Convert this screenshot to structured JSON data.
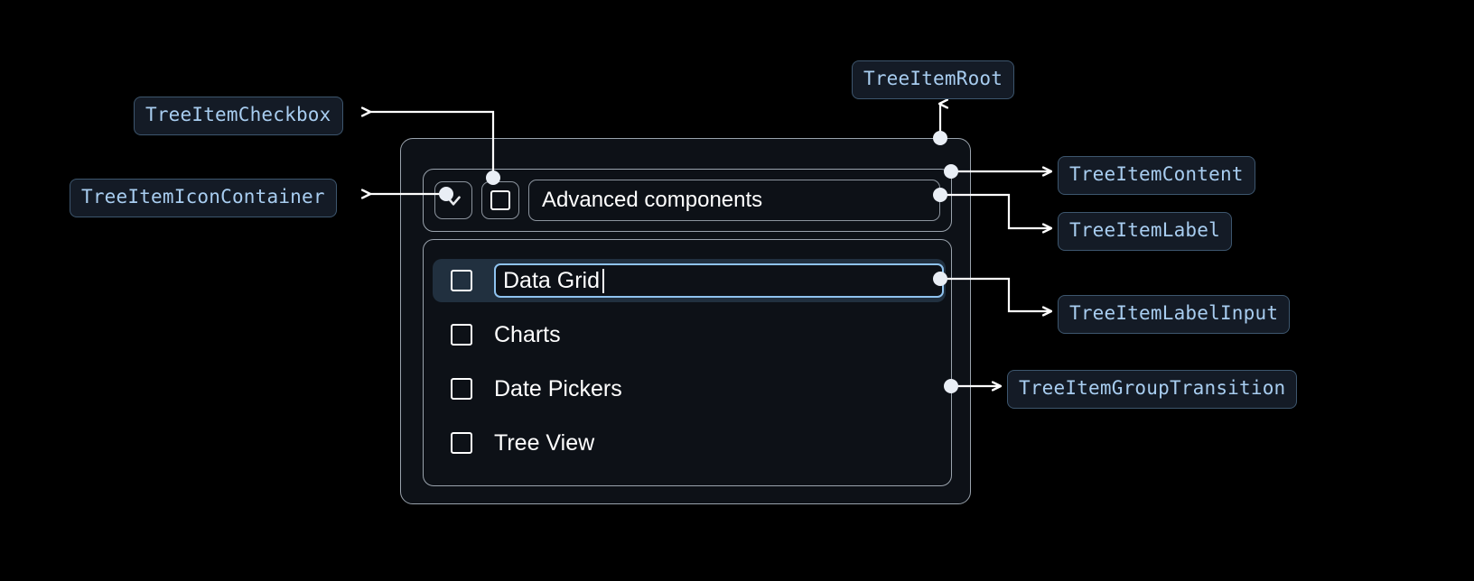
{
  "annotations": [
    {
      "id": "tree-item-checkbox",
      "label": "TreeItemCheckbox"
    },
    {
      "id": "tree-item-icon-container",
      "label": "TreeItemIconContainer"
    },
    {
      "id": "tree-item-root",
      "label": "TreeItemRoot"
    },
    {
      "id": "tree-item-content",
      "label": "TreeItemContent"
    },
    {
      "id": "tree-item-label",
      "label": "TreeItemLabel"
    },
    {
      "id": "tree-item-label-input",
      "label": "TreeItemLabelInput"
    },
    {
      "id": "tree-item-group-transition",
      "label": "TreeItemGroupTransition"
    }
  ],
  "tree": {
    "root": {
      "expand_icon": "chevron-down-icon",
      "checkbox_state": "unchecked",
      "label": "Advanced components"
    },
    "children": [
      {
        "label": "Data Grid",
        "checkbox_state": "unchecked",
        "editing": true,
        "selected": true
      },
      {
        "label": "Charts",
        "checkbox_state": "unchecked",
        "editing": false,
        "selected": false
      },
      {
        "label": "Date Pickers",
        "checkbox_state": "unchecked",
        "editing": false,
        "selected": false
      },
      {
        "label": "Tree View",
        "checkbox_state": "unchecked",
        "editing": false,
        "selected": false
      }
    ]
  },
  "colors": {
    "background": "#000000",
    "chip_bg": "#141b26",
    "chip_border": "#3d566e",
    "chip_text": "#a8cdf0",
    "panel_bg": "#0d1117",
    "panel_border": "#9aa3ad",
    "wire": "#ffffff",
    "selected_row_bg": "#21303f",
    "input_focus_border": "#8fc3ef"
  }
}
